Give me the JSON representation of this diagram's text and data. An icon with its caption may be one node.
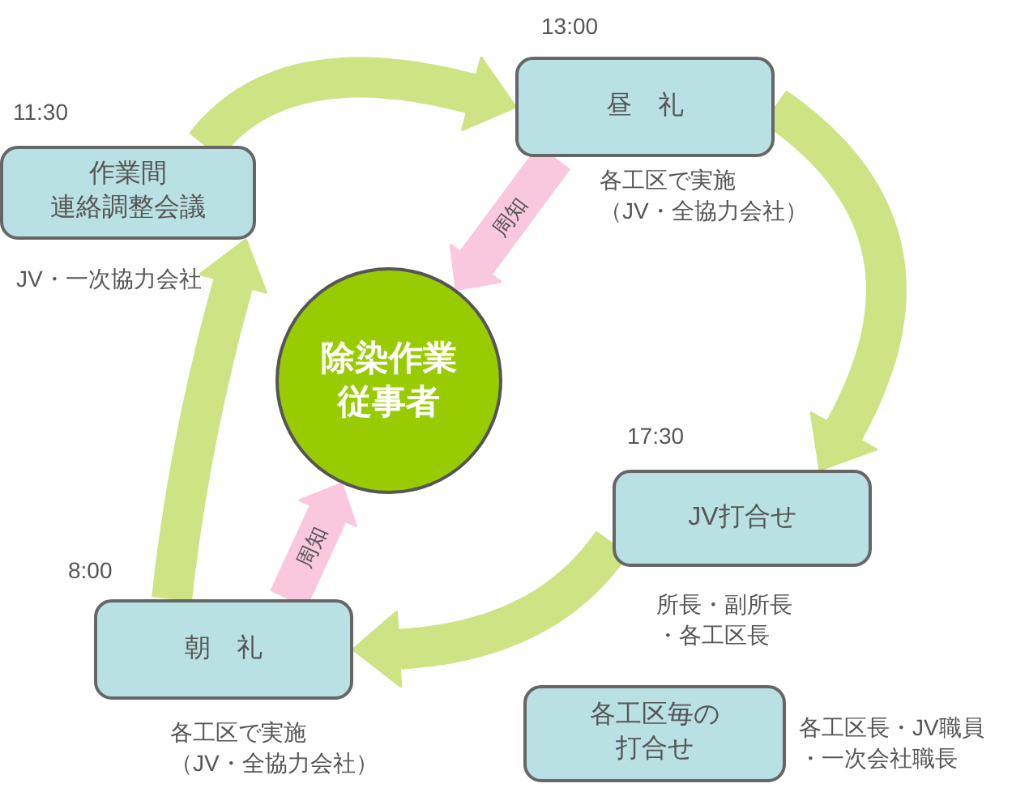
{
  "diagram": {
    "nodes": [
      {
        "text": [
          "作業間連絡調整会議"
        ],
        "beside": [
          "11:30",
          "JV・一次協力会社"
        ]
      },
      {
        "text": [
          "昼　礼"
        ],
        "beside": [
          "13:00",
          "各工区で実施（JV・全協力会社）"
        ]
      },
      {
        "text": [
          "除染作業従事者"
        ]
      },
      {
        "text": [
          "JV打合せ"
        ],
        "beside": [
          "17:30",
          "所長・副所長・各工区長"
        ]
      },
      {
        "text": [
          "各工区毎の打合せ"
        ],
        "beside": [
          "各工区長・JV職員・一次会社職長"
        ]
      },
      {
        "text": [
          "朝　礼"
        ],
        "beside": [
          "8:00",
          "各工区で実施（JV・全協力会社）"
        ]
      }
    ],
    "edges": [
      {
        "from": 0,
        "to": 1,
        "arrow": "to"
      },
      {
        "from": 1,
        "to": 3,
        "arrow": "to"
      },
      {
        "from": 3,
        "to": 5,
        "arrow": "to"
      },
      {
        "from": 5,
        "to": 0,
        "arrow": "to"
      },
      {
        "from": 1,
        "to": 2,
        "arrow": "to",
        "label": "周知",
        "color": "#f9c8df"
      },
      {
        "from": 5,
        "to": 2,
        "arrow": "to",
        "label": "周知",
        "color": "#f9c8df"
      }
    ]
  }
}
